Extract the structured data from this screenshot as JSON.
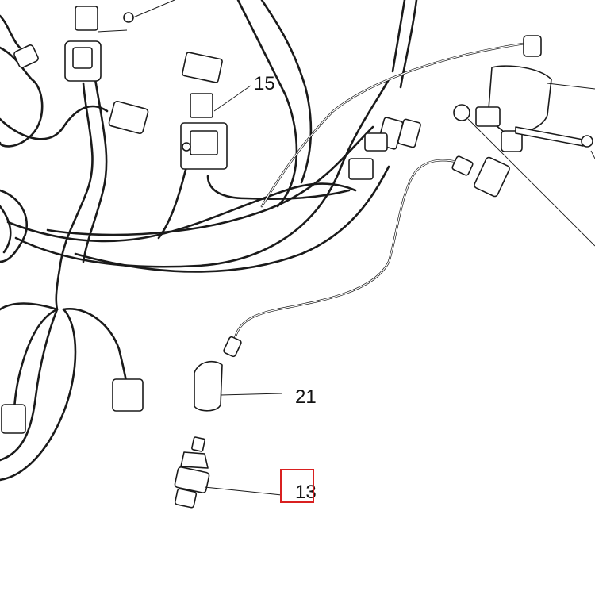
{
  "diagram": {
    "callouts": [
      {
        "id": "15",
        "label": "15"
      },
      {
        "id": "21",
        "label": "21"
      },
      {
        "id": "13",
        "label": "13"
      }
    ],
    "highlight": {
      "target": "13",
      "color": "#d92020"
    }
  }
}
